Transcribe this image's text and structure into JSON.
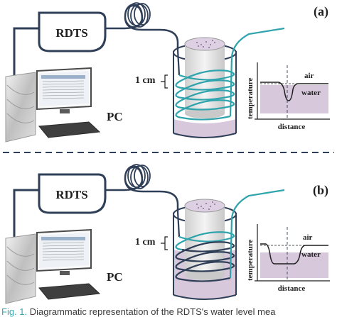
{
  "panels": [
    {
      "tag": "(a)",
      "rdts": "RDTS",
      "pc": "PC",
      "scale": "1 cm",
      "plot": {
        "y_axis": "temperature",
        "x_axis": "distance",
        "upper": "air",
        "lower": "water"
      }
    },
    {
      "tag": "(b)",
      "rdts": "RDTS",
      "pc": "PC",
      "scale": "1 cm",
      "plot": {
        "y_axis": "temperature",
        "x_axis": "distance",
        "upper": "air",
        "lower": "water"
      }
    }
  ],
  "caption": {
    "fig": "Fig. 1.",
    "text": "Diagrammatic representation of the RDTS's water level mea"
  },
  "colors": {
    "cable": "#2f3f57",
    "fiber_teal": "#2fa4ad",
    "water": "#d7c8dc",
    "cylinder": "#e5e5e5",
    "divider": "#2f3f57"
  }
}
